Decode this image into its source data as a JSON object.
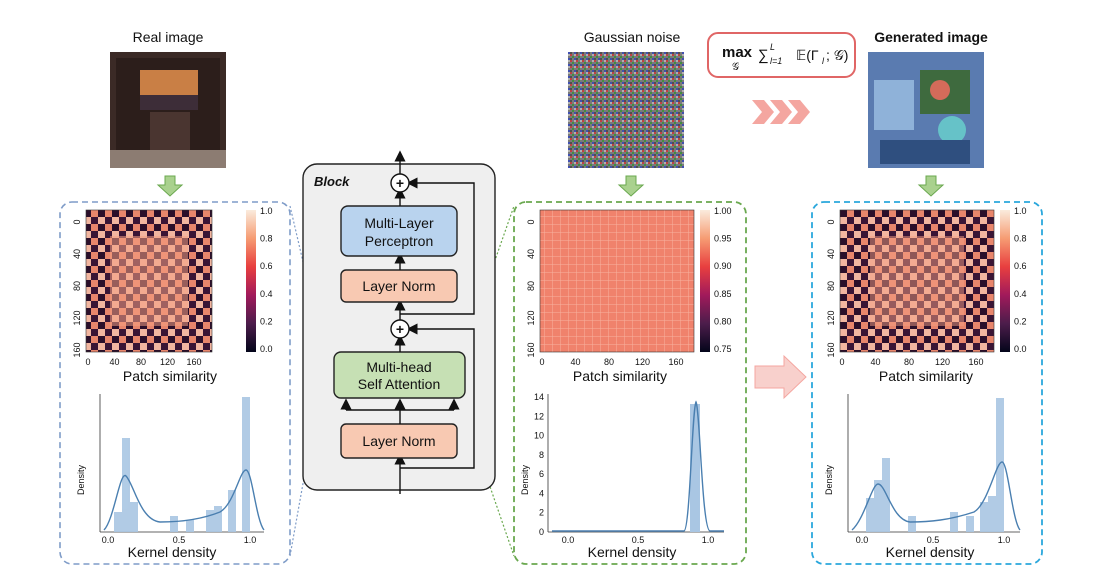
{
  "real": {
    "title": "Real image"
  },
  "noise": {
    "title": "Gaussian noise"
  },
  "generated": {
    "title": "Generated image"
  },
  "objective": {
    "max": "max",
    "sub": "𝒢",
    "expr": "∑",
    "sum_sup": "L",
    "sum_sub": "l=1",
    "expect": "𝔼(Γ",
    "expect_sub": "l",
    "expect_tail": "; 𝒢)"
  },
  "block": {
    "title": "Block",
    "mlp_line1": "Multi-Layer",
    "mlp_line2": "Perceptron",
    "ln_top": "Layer Norm",
    "mhsa_line1": "Multi-head",
    "mhsa_line2": "Self Attention",
    "ln_bottom": "Layer Norm",
    "plus": "+"
  },
  "panels": [
    {
      "id": "real",
      "heatmap_caption": "Patch similarity",
      "density_caption": "Kernel density",
      "heat_x_ticks": [
        "0",
        "40",
        "80",
        "120",
        "160"
      ],
      "heat_y_ticks": [
        "0",
        "40",
        "80",
        "120",
        "160"
      ],
      "colorbar_ticks": [
        "1.0",
        "0.8",
        "0.6",
        "0.4",
        "0.2",
        "0.0"
      ],
      "density_y_label": "Density",
      "density_x_ticks": [
        "0.0",
        "0.5",
        "1.0"
      ]
    },
    {
      "id": "noise",
      "heatmap_caption": "Patch similarity",
      "density_caption": "Kernel density",
      "heat_x_ticks": [
        "0",
        "40",
        "80",
        "120",
        "160"
      ],
      "heat_y_ticks": [
        "0",
        "40",
        "80",
        "120",
        "160"
      ],
      "colorbar_ticks": [
        "1.00",
        "0.95",
        "0.90",
        "0.85",
        "0.80",
        "0.75"
      ],
      "density_y_label": "Density",
      "density_y_ticks": [
        "14",
        "12",
        "10",
        "8",
        "6",
        "4",
        "2",
        "0"
      ],
      "density_x_ticks": [
        "0.0",
        "0.5",
        "1.0"
      ]
    },
    {
      "id": "generated",
      "heatmap_caption": "Patch similarity",
      "density_caption": "Kernel density",
      "heat_x_ticks": [
        "0",
        "40",
        "80",
        "120",
        "160"
      ],
      "heat_y_ticks": [
        "0",
        "40",
        "80",
        "120",
        "160"
      ],
      "colorbar_ticks": [
        "1.0",
        "0.8",
        "0.6",
        "0.4",
        "0.2",
        "0.0"
      ],
      "density_y_label": "Density",
      "density_x_ticks": [
        "0.0",
        "0.5",
        "1.0"
      ]
    }
  ],
  "colors": {
    "real_border": "#7f9cc8",
    "noise_border": "#6aa84f",
    "generated_border": "#2aa7dc",
    "mlp_fill": "#b9d3ee",
    "ln_fill": "#f8c9b2",
    "mhsa_fill": "#c6e0b4",
    "down_arrow": "#a9d18e",
    "chevron": "#f4a6a0",
    "objective_border": "#e06666",
    "kde_fill": "#a9c6e3",
    "kde_line": "#4a7fb0"
  }
}
